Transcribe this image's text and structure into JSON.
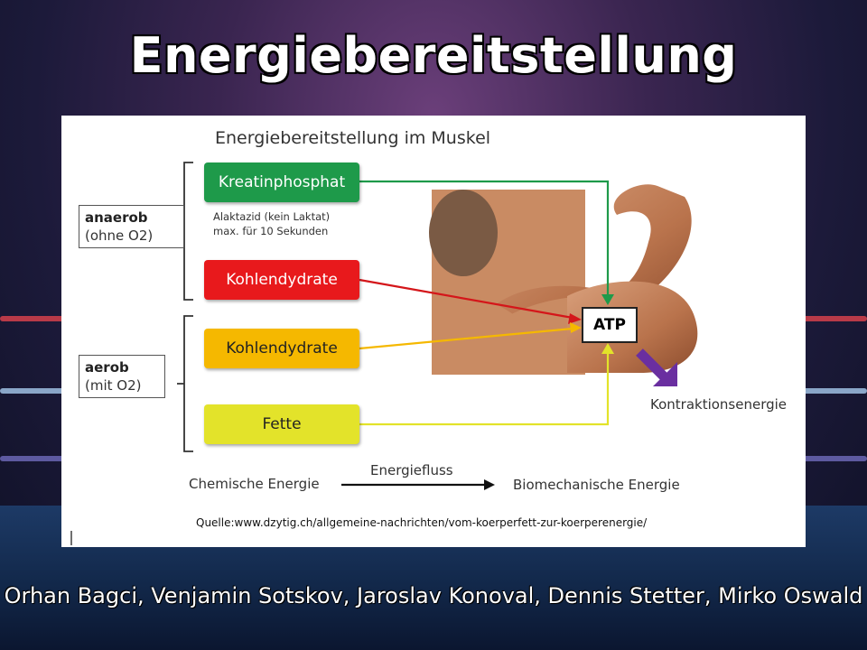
{
  "slide": {
    "title": "Energiebereitstellung",
    "credits": "Orhan Bagci, Venjamin Sotskov, Jaroslav Konoval, Dennis Stetter, Mirko Oswald"
  },
  "diagram": {
    "heading": "Energiebereitstellung im Muskel",
    "groups": [
      {
        "bold": "anaerob",
        "sub": "(ohne O2)"
      },
      {
        "bold": "aerob",
        "sub": "(mit O2)"
      }
    ],
    "sources": [
      {
        "label": "Kreatinphosphat",
        "color": "#1e9a4a",
        "text_color": "#ffffff"
      },
      {
        "label": "Kohlendydrate",
        "color": "#e8191c",
        "text_color": "#ffffff"
      },
      {
        "label": "Kohlendydrate",
        "color": "#f5b800",
        "text_color": "#222222"
      },
      {
        "label": "Fette",
        "color": "#e3e32a",
        "text_color": "#222222"
      }
    ],
    "note_line1": "Alaktazid (kein Laktat)",
    "note_line2": "max. für 10 Sekunden",
    "target": "ATP",
    "output": "Kontraktionsenergie",
    "flow_from": "Chemische Energie",
    "flow_label": "Energiefluss",
    "flow_to": "Biomechanische Energie",
    "source_credit": "Quelle:www.dzytig.ch/allgemeine-nachrichten/vom-koerperfett-zur-koerperenergie/"
  }
}
